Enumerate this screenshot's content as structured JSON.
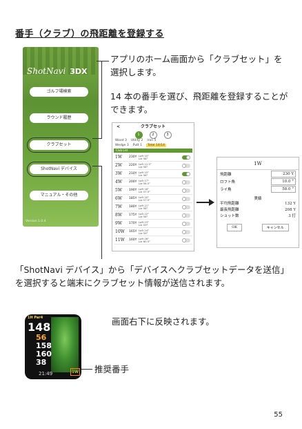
{
  "title": "番手（クラブ）の飛距離を登録する",
  "intro_1": "アプリのホーム画面から「クラブセット」を選択します。",
  "intro_2": "14 本の番手を選び、飛距離を登録することができます。",
  "phone": {
    "logo": "ShotNavi",
    "logo_suffix": "3DX",
    "buttons": [
      "ゴルフ場検索",
      "ラウンド履歴",
      "クラブセット",
      "ShotNavi デバイス",
      "マニュアル・その他"
    ],
    "version": "Version 1.0.4"
  },
  "clubset": {
    "title": "クラブセット",
    "back": "<",
    "tabs": [
      "1",
      "2",
      "3"
    ],
    "summary": {
      "wood": "Wood  3",
      "utility": "Utility  2",
      "iron": "Iron  5",
      "wedge": "Wedge  3",
      "putt": "Putt  1",
      "total": "Total 14/14"
    },
    "bar_label": "Club List",
    "rows": [
      {
        "club": "1W",
        "dist": "230Y",
        "loft": "Loft 10°",
        "lie": "Lie 58°",
        "on": true
      },
      {
        "club": "2W",
        "dist": "220Y",
        "loft": "Loft 12.5°",
        "lie": "Lie 58°",
        "on": false
      },
      {
        "club": "3W",
        "dist": "210Y",
        "loft": "Loft 15°",
        "lie": "Lie 56°",
        "on": true
      },
      {
        "club": "4W",
        "dist": "200Y",
        "loft": "Loft 17°",
        "lie": "Lie 56.5°",
        "on": false
      },
      {
        "club": "5W",
        "dist": "190Y",
        "loft": "Loft 18°",
        "lie": "Lie 57.5°",
        "on": false
      },
      {
        "club": "6W",
        "dist": "185Y",
        "loft": "Loft 20°",
        "lie": "Lie 57.5°",
        "on": false
      },
      {
        "club": "7W",
        "dist": "180Y",
        "loft": "Loft 21°",
        "lie": "Lie 58°",
        "on": false
      },
      {
        "club": "8W",
        "dist": "175Y",
        "loft": "Loft 22°",
        "lie": "Lie 58°",
        "on": false
      },
      {
        "club": "9W",
        "dist": "170Y",
        "loft": "Loft 23°",
        "lie": "Lie 59°",
        "on": false
      },
      {
        "club": "10W",
        "dist": "165Y",
        "loft": "Loft 24°",
        "lie": "Lie 59°",
        "on": false
      },
      {
        "club": "11W",
        "dist": "160Y",
        "loft": "Loft 26°",
        "lie": "Lie 60.5°",
        "on": false
      }
    ]
  },
  "detail": {
    "club": "1W",
    "fields": [
      {
        "label": "飛距離",
        "value": "230 Y"
      },
      {
        "label": "ロフト角",
        "value": "10.0 °"
      },
      {
        "label": "ライ角",
        "value": "58.0 °"
      }
    ],
    "stats_title": "実績",
    "stats": [
      {
        "label": "平均飛距離",
        "value": "132 Y"
      },
      {
        "label": "最長飛距離",
        "value": "208 Y"
      },
      {
        "label": "ショット数",
        "value": "3 打"
      }
    ],
    "ok": "OK",
    "cancel": "キャンセル"
  },
  "device_note": "「ShotNavi デバイス」から「デバイスへクラブセットデータを送信」を選択すると端末にクラブセット情報が送信されます。",
  "reflect_note": "画面右下に反映されます。",
  "watch": {
    "hole_info": "1H  Par4",
    "n1": "148",
    "n2": "56",
    "n3": "158",
    "n4": "160",
    "n5": "38",
    "club": "1W",
    "time": "21:49"
  },
  "recommend_label": "推奨番手",
  "page_number": "55"
}
